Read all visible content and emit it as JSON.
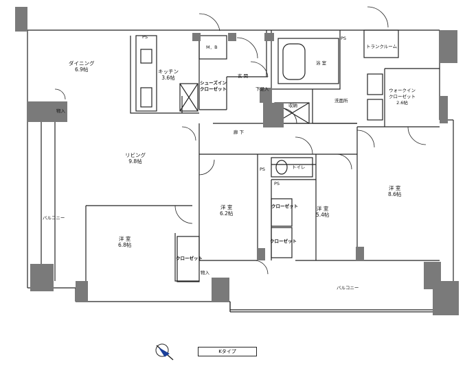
{
  "rooms": {
    "dining": {
      "name": "ダイニング",
      "size": "6.9帖"
    },
    "kitchen": {
      "name": "キッチン",
      "size": "3.6帖"
    },
    "living": {
      "name": "リビング",
      "size": "9.8帖"
    },
    "western1": {
      "name": "洋 室",
      "size": "6.8帖"
    },
    "western2": {
      "name": "洋 室",
      "size": "6.2帖"
    },
    "western3": {
      "name": "洋 室",
      "size": "5.4帖"
    },
    "western4": {
      "name": "洋 室",
      "size": "8.6帖"
    },
    "walkin": {
      "name": "ウォークイン",
      "name2": "クローゼット",
      "size": "2.6帖"
    }
  },
  "labels": {
    "mb": "M．B",
    "shoes_in_1": "シューズイン",
    "shoes_in_2": "クローゼット",
    "genkan": "玄 関",
    "shitabako": "下足入",
    "bath": "浴 室",
    "washroom": "洗面所",
    "storage": "収納",
    "trunk_room": "トランクルーム",
    "hallway": "廊 下",
    "toilet": "トイレ",
    "closet_a": "クローゼット",
    "closet_b": "クローゼット",
    "closet_c": "クローゼット",
    "monoire_1": "物入",
    "monoire_2": "物入",
    "balcony_left": "バルコニー",
    "balcony_bottom": "バルコニー",
    "ps_1": "PS",
    "ps_2": "PS",
    "ps_3": "PS",
    "ps_4": "PS"
  },
  "unit_type": "Kタイプ",
  "colors": {
    "wall": "#7a7a7a",
    "line": "#222222"
  }
}
